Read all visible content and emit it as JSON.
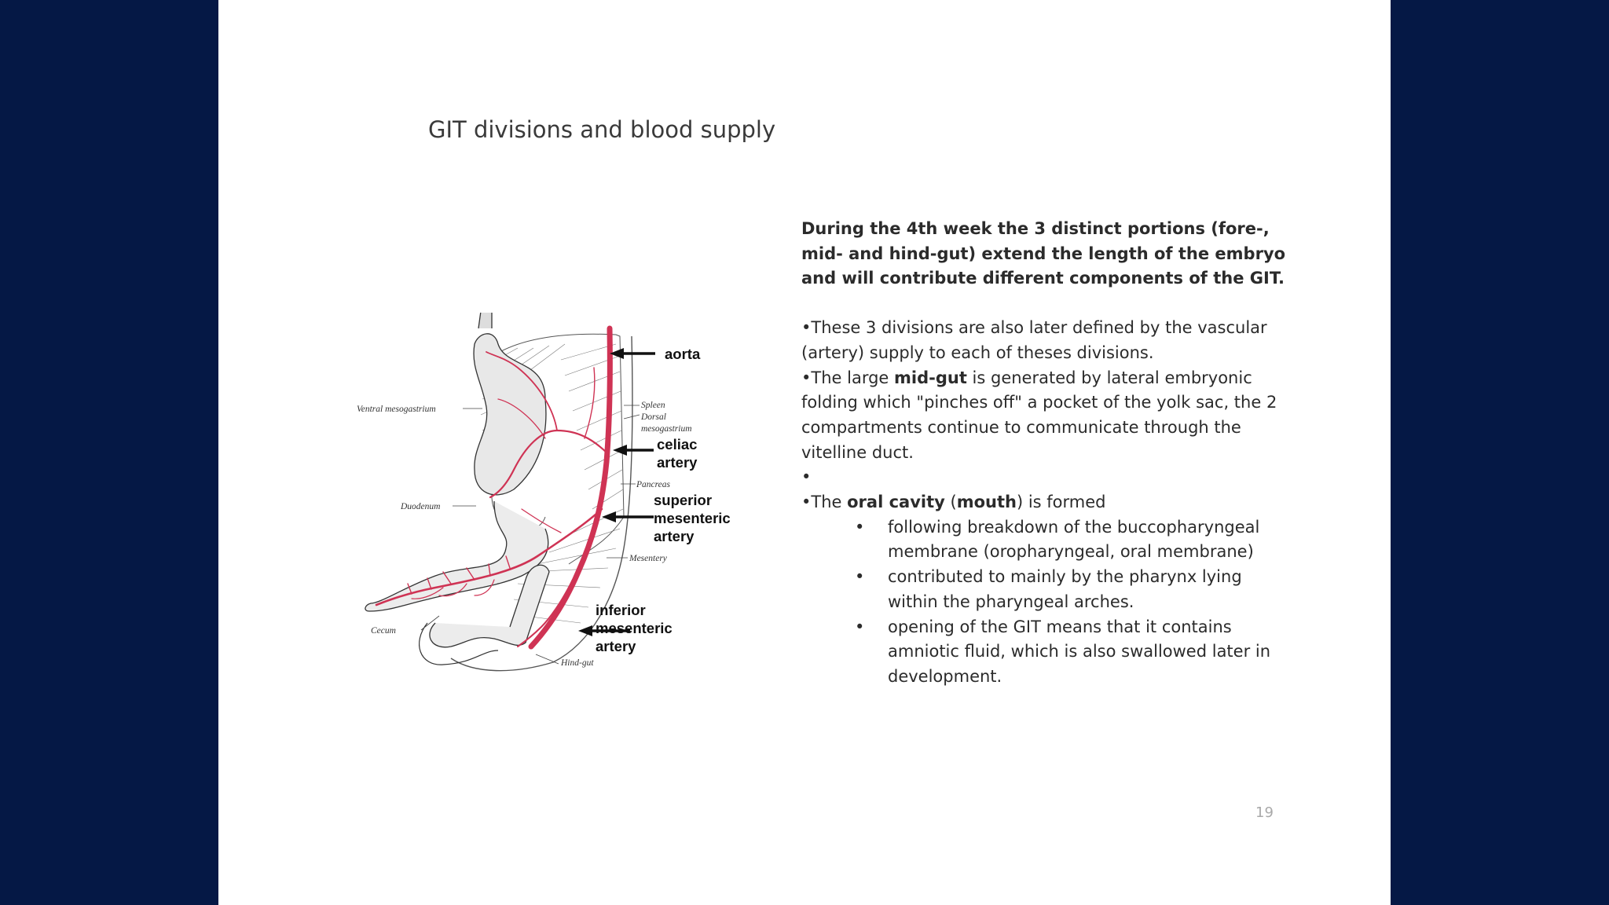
{
  "slide": {
    "title": "GIT divisions and blood supply",
    "page_number": "19"
  },
  "figure": {
    "labels": {
      "aorta": "aorta",
      "celiac_1": "celiac",
      "celiac_2": "artery",
      "sma_1": "superior",
      "sma_2": "mesenteric",
      "sma_3": "artery",
      "ima_1": "inferior",
      "ima_2": "mesenteric",
      "ima_3": "artery",
      "ventral_mesogastrium": "Ventral mesogastrium",
      "spleen": "Spleen",
      "dorsal_1": "Dorsal",
      "dorsal_2": "mesogastrium",
      "pancreas": "Pancreas",
      "duodenum": "Duodenum",
      "mesentery": "Mesentery",
      "cecum": "Cecum",
      "hindgut": "Hind-gut"
    },
    "colors": {
      "artery": "#cf3354",
      "outline": "#333333"
    }
  },
  "content": {
    "intro": "During the 4th week the 3 distinct portions (fore-, mid- and hind-gut) extend the length of the embryo and will contribute different components of the GIT.",
    "p1": "•These 3 divisions are also later defined by the vascular (artery) supply to each of theses divisions.",
    "p2_pre": "•The large ",
    "p2_bold": "mid-gut",
    "p2_post": " is generated by lateral embryonic folding which \"pinches off\" a pocket of the yolk sac, the 2 compartments continue to communicate through the vitelline duct.",
    "p3": "•",
    "p4_pre": "•The ",
    "p4_bold1": "oral cavity",
    "p4_mid": " (",
    "p4_bold2": "mouth",
    "p4_post": ") is formed",
    "bullets": [
      "following breakdown of the buccopharyngeal membrane (oropharyngeal, oral membrane)",
      "contributed to mainly by the pharynx lying within the pharyngeal arches.",
      "opening of the GIT means that it contains amniotic fluid, which is also swallowed later in development."
    ]
  }
}
